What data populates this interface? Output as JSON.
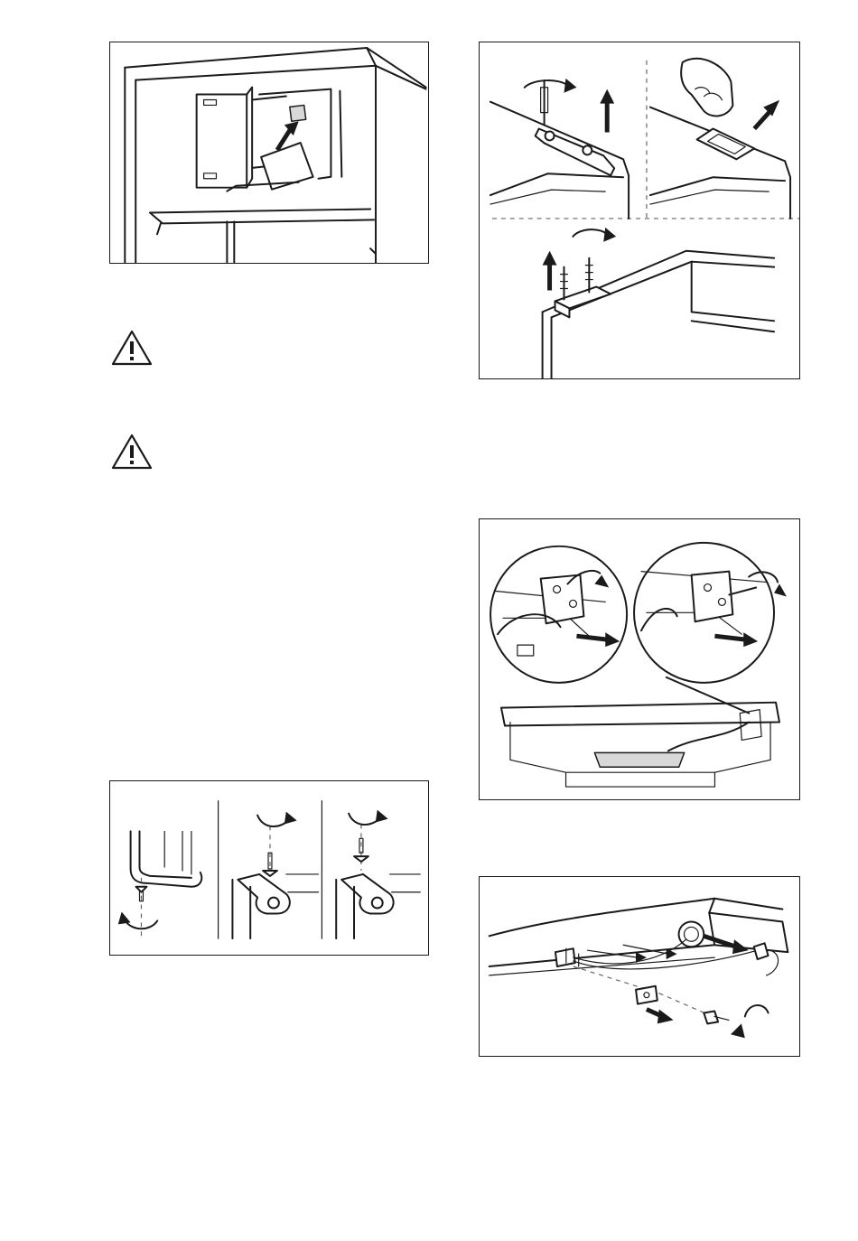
{
  "page": {
    "warnings": [
      {
        "icon": "warning-triangle-icon"
      },
      {
        "icon": "warning-triangle-icon"
      }
    ],
    "figures": [
      {
        "name": "figure-remove-door-shelf"
      },
      {
        "name": "figure-remove-top-hinge"
      },
      {
        "name": "figure-disconnect-hinge-cable"
      },
      {
        "name": "figure-screw-door-bracket"
      },
      {
        "name": "figure-remove-cable-cover"
      }
    ]
  }
}
